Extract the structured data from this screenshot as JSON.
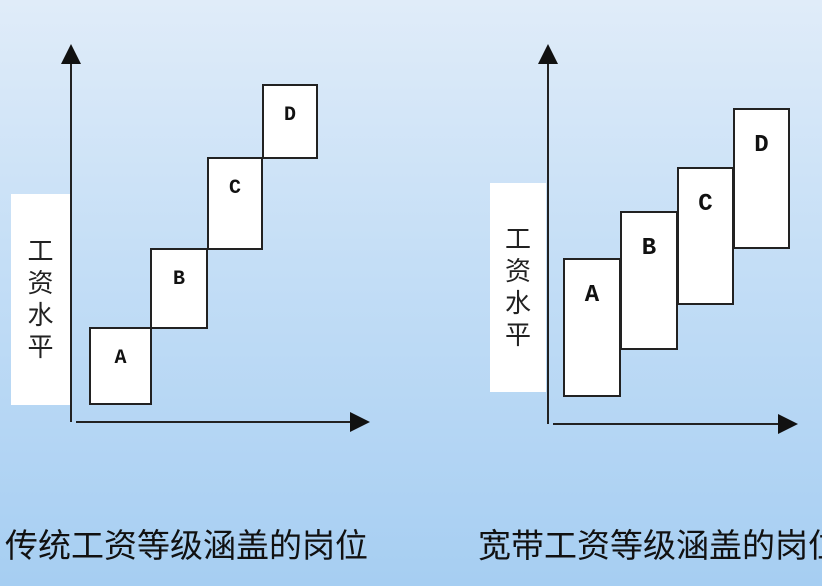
{
  "left": {
    "ylabel_chars": [
      "工",
      "资",
      "水",
      "平"
    ],
    "boxes": [
      "A",
      "B",
      "C",
      "D"
    ],
    "caption": "传统工资等级涵盖的岗位"
  },
  "right": {
    "ylabel_chars": [
      "工",
      "资",
      "水",
      "平"
    ],
    "boxes": [
      "A",
      "B",
      "C",
      "D"
    ],
    "caption": "宽带工资等级涵盖的岗位"
  }
}
